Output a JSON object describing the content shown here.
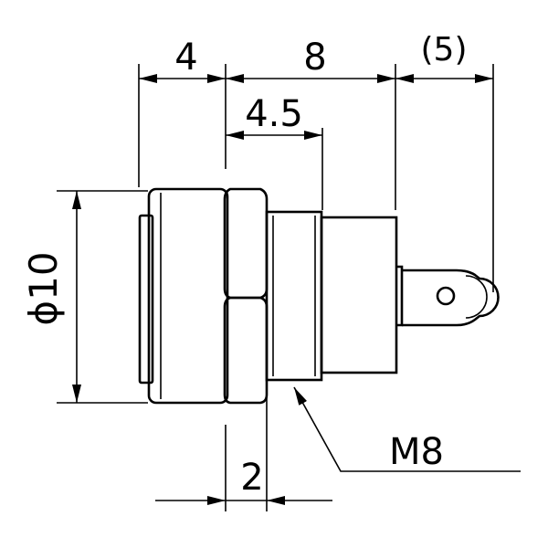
{
  "dimensions": {
    "top_left": "4",
    "top_middle": "8",
    "top_right": "(5)",
    "inner_top": "4.5",
    "diameter": "ϕ10",
    "bottom": "2",
    "thread": "M8"
  }
}
